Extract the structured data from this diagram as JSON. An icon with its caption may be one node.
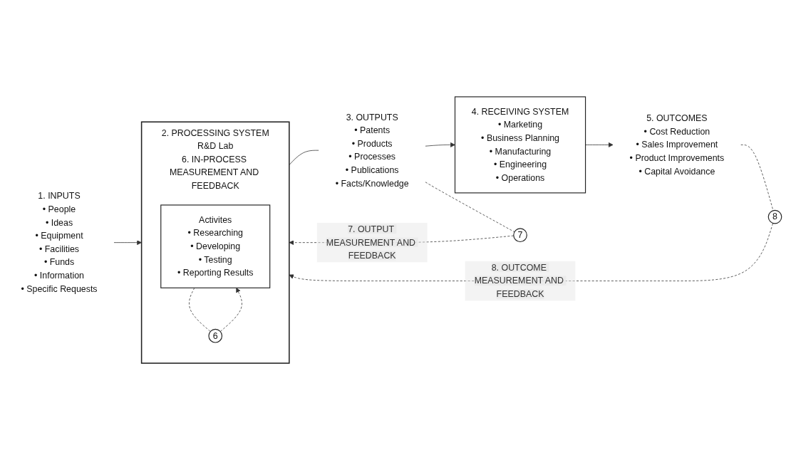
{
  "diagram": {
    "nodes": [
      {
        "text": [
          "1. INPUTS",
          "• People",
          "• Ideas",
          "• Equipment",
          "• Facilities",
          "• Funds",
          "• Information",
          "• Specific Requests"
        ]
      },
      {
        "text": [
          "2. PROCESSING SYSTEM",
          "R&D Lab",
          "6. IN-PROCESS MEASUREMENT AND FEEDBACK"
        ]
      },
      {
        "text": [
          "Activites",
          "• Researching",
          "• Developing",
          "• Testing",
          "• Reporting Results"
        ],
        "in": 1
      },
      {
        "text": [
          "6"
        ],
        "in": 1
      },
      {
        "text": [
          "3. OUTPUTS",
          "• Patents",
          "• Products",
          "• Processes",
          "• Publications",
          "• Facts/Knowledge"
        ]
      },
      {
        "text": [
          "4. RECEIVING SYSTEM",
          "• Marketing",
          "• Business Planning",
          "• Manufacturing",
          "• Engineering",
          "• Operations"
        ]
      },
      {
        "text": [
          "5. OUTCOMES",
          "• Cost Reduction",
          "• Sales Improvement",
          "• Product Improvements",
          "• Capital Avoidance"
        ]
      },
      {
        "text": [
          "7"
        ]
      },
      {
        "text": [
          "8"
        ]
      }
    ],
    "edges": [
      {
        "from": 0,
        "to": 1,
        "arrow": "to"
      },
      {
        "from": 1,
        "to": 4,
        "arrow": "none"
      },
      {
        "from": 4,
        "to": 5,
        "arrow": "to"
      },
      {
        "from": 5,
        "to": 6,
        "arrow": "to"
      },
      {
        "from": 2,
        "to": 3,
        "arrow": "none",
        "style": "dashed"
      },
      {
        "from": 3,
        "to": 2,
        "arrow": "to",
        "style": "dashed"
      },
      {
        "from": 4,
        "to": 7,
        "arrow": "none",
        "style": "dashed"
      },
      {
        "from": 7,
        "to": 1,
        "arrow": "to",
        "style": "dashed",
        "label": "7. OUTPUT MEASUREMENT AND FEEDBACK"
      },
      {
        "from": 6,
        "to": 8,
        "arrow": "none",
        "style": "dashed"
      },
      {
        "from": 8,
        "to": 1,
        "arrow": "to",
        "style": "dashed",
        "label": "8. OUTCOME MEASUREMENT AND FEEDBACK"
      }
    ]
  }
}
